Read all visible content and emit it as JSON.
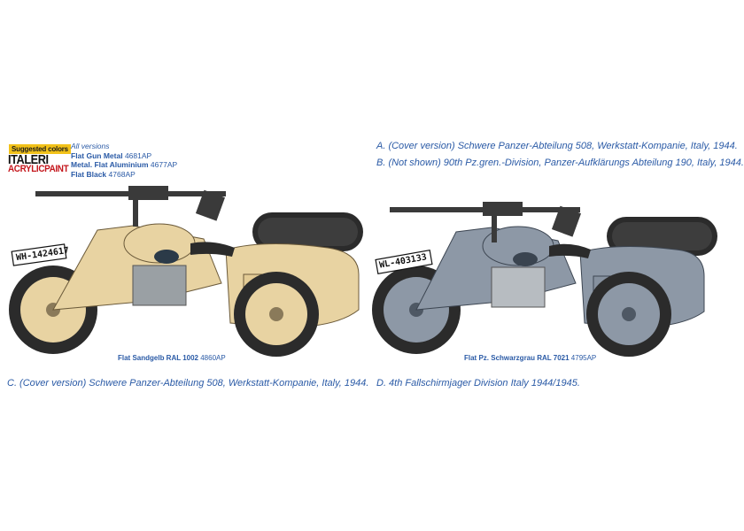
{
  "legend": {
    "badge": "Suggested colors",
    "brand_top": "ITALERI",
    "brand_bottom": "ACRYLICPAINT",
    "header": "All versions",
    "items": [
      {
        "name": "Flat Gun Metal",
        "code": "4681AP"
      },
      {
        "name": "Metal. Flat Aluminium",
        "code": "4677AP"
      },
      {
        "name": "Flat Black",
        "code": "4768AP"
      }
    ]
  },
  "captions": {
    "a": "A. (Cover version) Schwere Panzer-Abteilung 508, Werkstatt-Kompanie, Italy, 1944.",
    "b": "B. (Not shown) 90th Pz.gren.-Division, Panzer-Aufklärungs Abteilung 190, Italy, 1944.",
    "c": "C. (Cover version) Schwere Panzer-Abteilung 508, Werkstatt-Kompanie, Italy, 1944.",
    "d": "D. 4th Fallschirmjager Division Italy 1944/1945."
  },
  "bikes": {
    "left": {
      "plate": "WH-1424617",
      "paint_name": "Flat Sandgelb RAL 1002",
      "paint_code": "4860AP",
      "color": "#e8d3a2"
    },
    "right": {
      "plate": "WL-403133",
      "paint_name": "Flat Pz. Schwarzgrau RAL 7021",
      "paint_code": "4795AP",
      "color": "#8d98a6"
    }
  }
}
